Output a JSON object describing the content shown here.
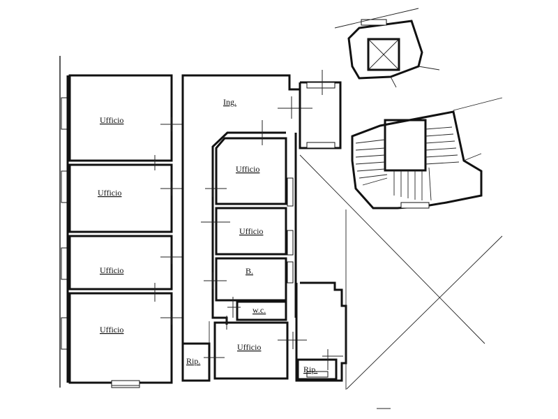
{
  "rooms": {
    "ingresso": "Ing.",
    "ufficio_1": "Ufficio",
    "ufficio_2": "Ufficio",
    "ufficio_3": "Ufficio",
    "ufficio_4": "Ufficio",
    "ufficio_5": "Ufficio",
    "ufficio_6": "Ufficio",
    "ufficio_7": "Ufficio",
    "bagno": "B.",
    "wc": "w.c.",
    "ripostiglio_1": "Rip.",
    "ripostiglio_2": "Rip."
  }
}
